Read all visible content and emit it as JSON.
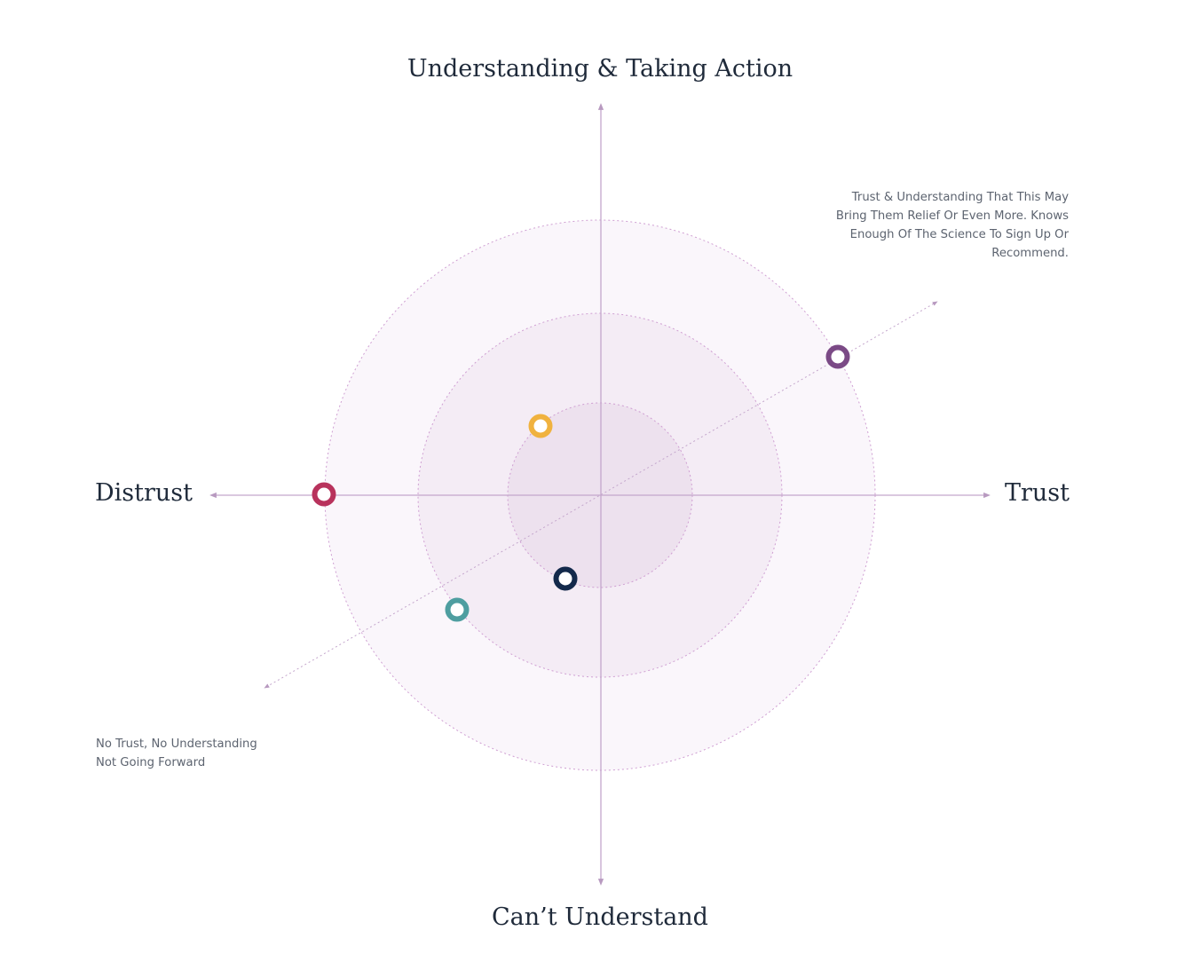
{
  "axes": {
    "top": "Understanding & Taking Action",
    "bottom": "Can’t Understand",
    "left": "Distrust",
    "right": "Trust"
  },
  "annotations": {
    "top_right": [
      "Trust & Understanding That This May",
      "Bring Them Relief Or Even More. Knows",
      "Enough Of The Science To Sign Up Or",
      "Recommend."
    ],
    "bottom_left": [
      "No Trust, No Understanding",
      "Not Going Forward"
    ]
  },
  "rings": [
    {
      "name": "outer-ring",
      "level": 3
    },
    {
      "name": "middle-ring",
      "level": 2
    },
    {
      "name": "inner-ring",
      "level": 1
    }
  ],
  "markers": [
    {
      "name": "marker-purple",
      "color": "#7b4a86"
    },
    {
      "name": "marker-yellow",
      "color": "#f0b23f"
    },
    {
      "name": "marker-crimson",
      "color": "#b8325c"
    },
    {
      "name": "marker-navy",
      "color": "#13294b"
    },
    {
      "name": "marker-teal",
      "color": "#4e9ea0"
    }
  ],
  "colors": {
    "axis_line": "#c4a6cc",
    "ring_stroke": "#cf9fd2",
    "ring_fill_outer": "#faf6fb",
    "ring_fill_middle": "#f4ecf5",
    "ring_fill_inner": "#ede1ee",
    "title_text": "#1f2a3a",
    "note_text": "#5d6470"
  }
}
